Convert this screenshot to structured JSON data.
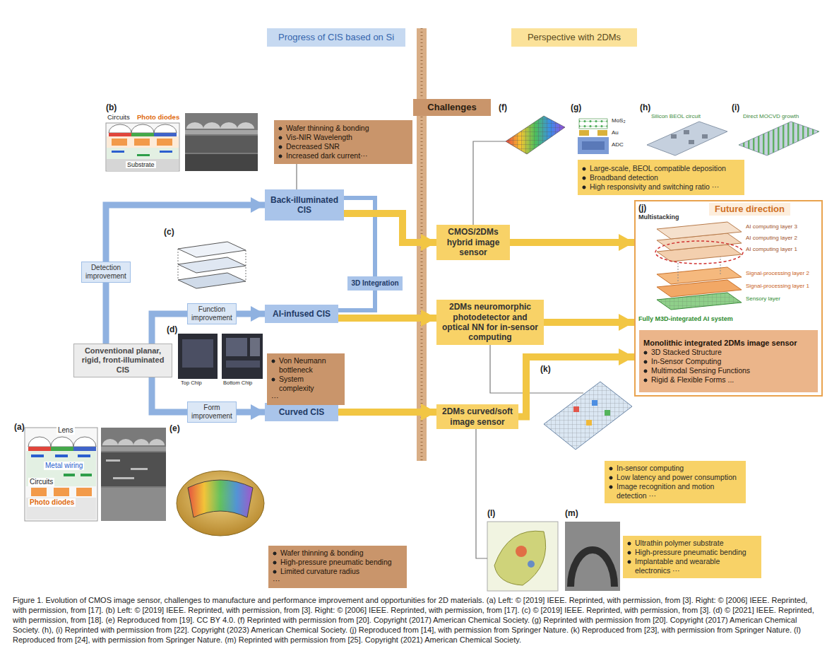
{
  "diagram": {
    "caption": "Figure 1. Evolution of CMOS image sensor, challenges to manufacture and performance improvement and opportunities for 2D materials. (a) Left: © [2019] IEEE. Reprinted, with permission, from [3]. Right: © [2006] IEEE. Reprinted, with permission, from [17]. (b) Left: © [2019] IEEE. Reprinted, with permission, from [3]. Right: © [2006] IEEE. Reprinted, with permission, from [17]. (c) © [2019] IEEE. Reprinted, with permission, from [3]. (d) © [2021] IEEE. Reprinted, with permission, from [18]. (e) Reproduced from [19]. CC BY 4.0. (f) Reprinted with permission from [20]. Copyright (2017) American Chemical Society. (g) Reprinted with permission from [20]. Copyright (2017) American Chemical Society. (h), (i) Reprinted with permission from [22]. Copyright (2023) American Chemical Society. (j) Reproduced from [14], with permission from Springer Nature. (k) Reproduced from [23], with permission from Springer Nature. (l) Reproduced from [24], with permission from Springer Nature. (m) Reprinted with permission from [25]. Copyright (2021) American Chemical Society.",
    "nodes": [
      {
        "text": [
          "Progress of CIS based on Si"
        ]
      },
      {
        "text": [
          "Perspective with 2DMs"
        ]
      },
      {
        "text": [
          "Challenges"
        ]
      },
      {
        "text": [
          "Conventional planar, rigid, front-illuminated CIS"
        ]
      },
      {
        "text": [
          "Back-illuminated CIS"
        ]
      },
      {
        "text": [
          "3D Integration"
        ]
      },
      {
        "text": [
          "AI-infused CIS"
        ]
      },
      {
        "text": [
          "Curved CIS"
        ]
      },
      {
        "text": [
          "Wafer thinning & bonding",
          "Vis-NIR Wavelength",
          "Decreased SNR",
          "Increased dark current···"
        ]
      },
      {
        "text": [
          "Von Neumann bottleneck",
          "System complexity",
          "···"
        ]
      },
      {
        "text": [
          "Wafer thinning & bonding",
          "High-pressure pneumatic bending",
          "Limited curvature radius",
          "···"
        ]
      },
      {
        "text": [
          "CMOS/2DMs hybrid image sensor"
        ]
      },
      {
        "text": [
          "2DMs neuromorphic photodetector and optical NN for in-sensor computing"
        ]
      },
      {
        "text": [
          "2DMs curved/soft image sensor"
        ]
      },
      {
        "text": [
          "Large-scale, BEOL compatible deposition",
          "Broadband detection",
          "High responsivity and switching ratio ···"
        ]
      },
      {
        "text": [
          "Future direction"
        ]
      },
      {
        "text": [
          "Monolithic integrated 2DMs image sensor",
          "3D Stacked Structure",
          "In-Sensor Computing",
          "Multimodal Sensing Functions",
          "Rigid & Flexible Forms ..."
        ],
        "in": 15
      },
      {
        "text": [
          "In-sensor computing",
          "Low latency and power consumption",
          "Image recognition and motion detection ···"
        ]
      },
      {
        "text": [
          "Ultrathin polymer substrate",
          "High-pressure pneumatic bending",
          "Implantable and wearable electronics ···"
        ]
      }
    ],
    "edges": [
      {
        "from": 3,
        "to": 4,
        "arrow": "to",
        "label": "Detection improvement"
      },
      {
        "from": 3,
        "to": 6,
        "arrow": "to",
        "label": "Function improvement"
      },
      {
        "from": 3,
        "to": 7,
        "arrow": "to",
        "label": "Form improvement"
      },
      {
        "from": 4,
        "to": 5,
        "arrow": "none"
      },
      {
        "from": 5,
        "to": 6,
        "arrow": "none"
      },
      {
        "from": 4,
        "to": 11,
        "arrow": "to"
      },
      {
        "from": 6,
        "to": 12,
        "arrow": "to"
      },
      {
        "from": 7,
        "to": 13,
        "arrow": "to"
      },
      {
        "from": 11,
        "to": 15,
        "arrow": "to"
      },
      {
        "from": 12,
        "to": 15,
        "arrow": "to"
      },
      {
        "from": 13,
        "to": 15,
        "arrow": "to"
      },
      {
        "from": 8,
        "to": 4,
        "arrow": "none"
      }
    ],
    "labels": [
      "(a)",
      "Lens",
      "Metal wiring",
      "Photo diodes",
      "Circuits",
      "(b)",
      "Circuits",
      "Photo diodes",
      "Substrate",
      "(c)",
      "(d)",
      "Top Chip",
      "Bottom Chip",
      "(e)",
      "(f)",
      "(g)",
      "MoS₂",
      "Au",
      "ADC",
      "(h)",
      "Silicon BEOL circuit",
      "(i)",
      "Direct MOCVD growth",
      "(j)",
      "Multistacking",
      "AI computing layer 3",
      "AI computing layer 2",
      "AI computing layer 1",
      "Signal-processing layer 2",
      "Signal-processing layer 1",
      "Sensory layer",
      "Fully M3D-integrated AI system",
      "(k)",
      "(l)",
      "(m)"
    ]
  }
}
